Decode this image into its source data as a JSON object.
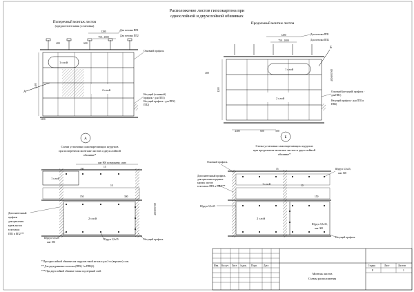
{
  "title": {
    "line1": "Расположение листов гипсокартона при",
    "line2": "однослойной и двухслойной обшивках"
  },
  "left_panel": {
    "heading1": "Поперечный монтаж листов",
    "heading2": "(предпочтительная установка)",
    "dim_1200": "1200",
    "dim_750_1000": "750...1000",
    "dim_400": "400",
    "dim_600": "600",
    "dim_2400": "2400",
    "dim_1250": "1250",
    "note_pp1": "Для потолка ПП1",
    "note_pp2": "Для потолка ПП2",
    "layer1": "1 слой",
    "layer2": "2 слой",
    "label_main_profile": "Основной профиль",
    "label_carrying_1": "Несущий (основной)",
    "label_carrying_2": "профиль - для ПП1)",
    "label_carrying_3": "Несущий профиль - для ПП2)",
    "label_carrying_4": "ПП2)",
    "callout_a": "А"
  },
  "right_panel": {
    "heading": "Продольный монтаж листов",
    "dim_1200": "1200",
    "dim_750_1000": "750...1000",
    "dim_1200_side": "1200",
    "dim_2400": "2400",
    "dim_600": "600",
    "dim_500": "500",
    "dim_400": "400",
    "note_pp1": "Для потолка ПП1",
    "note_pp2": "Для потолка ПП2",
    "layer1": "1 слой",
    "layer2": "2 слой",
    "label_side": "400/600/500",
    "label_carrying_1": "Основной (несущий) профиль -",
    "label_carrying_2": "для ПП1)",
    "label_carrying_3": "Несущий профиль - для ПП1 и",
    "label_carrying_4": "ПП2)",
    "callout_b": "Б"
  },
  "detail_a": {
    "callout": "А",
    "heading1": "Схема установки самонарезающих шурупов",
    "heading2": "при поперечном монтаже листов и двухслойной",
    "heading3": "обшивке*",
    "dim_top": "шаг 900 по верхнему слою",
    "dim_15": "15",
    "dim_10": "10",
    "dim_150": "150",
    "dim_300": "300",
    "dim_200": "200",
    "layer1": "1 слой",
    "layer2": "2 слой",
    "label_extra_1": "Дополнительный",
    "label_extra_2": "профиль",
    "label_extra_3": "для крепления",
    "label_extra_4": "краев листов",
    "label_extra_5": "в потолках",
    "label_extra_6": "ПП1 и ПП2***",
    "screw_1": "Шуруп 3,5х25",
    "screw_1b": "шаг 550",
    "screw_2": "Шуруп 3,5х35",
    "label_carry": "Несущий профиль",
    "side_dim": "400/600/500"
  },
  "detail_b": {
    "callout": "Б",
    "heading1": "Схема установки самонарезающих шурупов",
    "heading2": "при продольном монтаже листов и двухслойной",
    "heading3": "обшивке*",
    "label_main": "Основной профиль",
    "label_extra_1": "Дополнительный профиль",
    "label_extra_2": "для крепления торцевых",
    "label_extra_3": "кромок листов",
    "label_extra_4": "в потолках ПП1 и ПП2***",
    "screw_1": "Шуруп 3,5х25,",
    "screw_1b": "шаг 300",
    "screw_2": "Шуруп 3,5х35",
    "screw_3": "Шуруп 3,5х35,",
    "screw_3b": "шаг 300",
    "layer1": "1 слой",
    "layer2": "2 слой",
    "label_carry": "Несущий профиль",
    "dim_15": "15",
    "dim_10": "10",
    "dim_150": "150"
  },
  "footnotes": {
    "f1": "*   При однослойной обшивке шаг шурупов такой же как и для 2-го (верхнего) слоя.",
    "f2": "**  Для двухуровневого потолка (ПП2) 1 и ПП2(2).",
    "f3": "*** При двухслойной обшивке только под верхний слой."
  },
  "stamp": {
    "header_cells": [
      "Изм.",
      "Кол.уч",
      "Лист",
      "№док.",
      "Подп.",
      "Дата"
    ],
    "title_1": "Монтаж листов",
    "title_2": "Схемы расположения",
    "stage_label": "Стадия",
    "sheet_label": "Лист",
    "sheets_label": "Листов",
    "stage_value": "Р",
    "sheet_value": "",
    "sheets_value": "1"
  }
}
